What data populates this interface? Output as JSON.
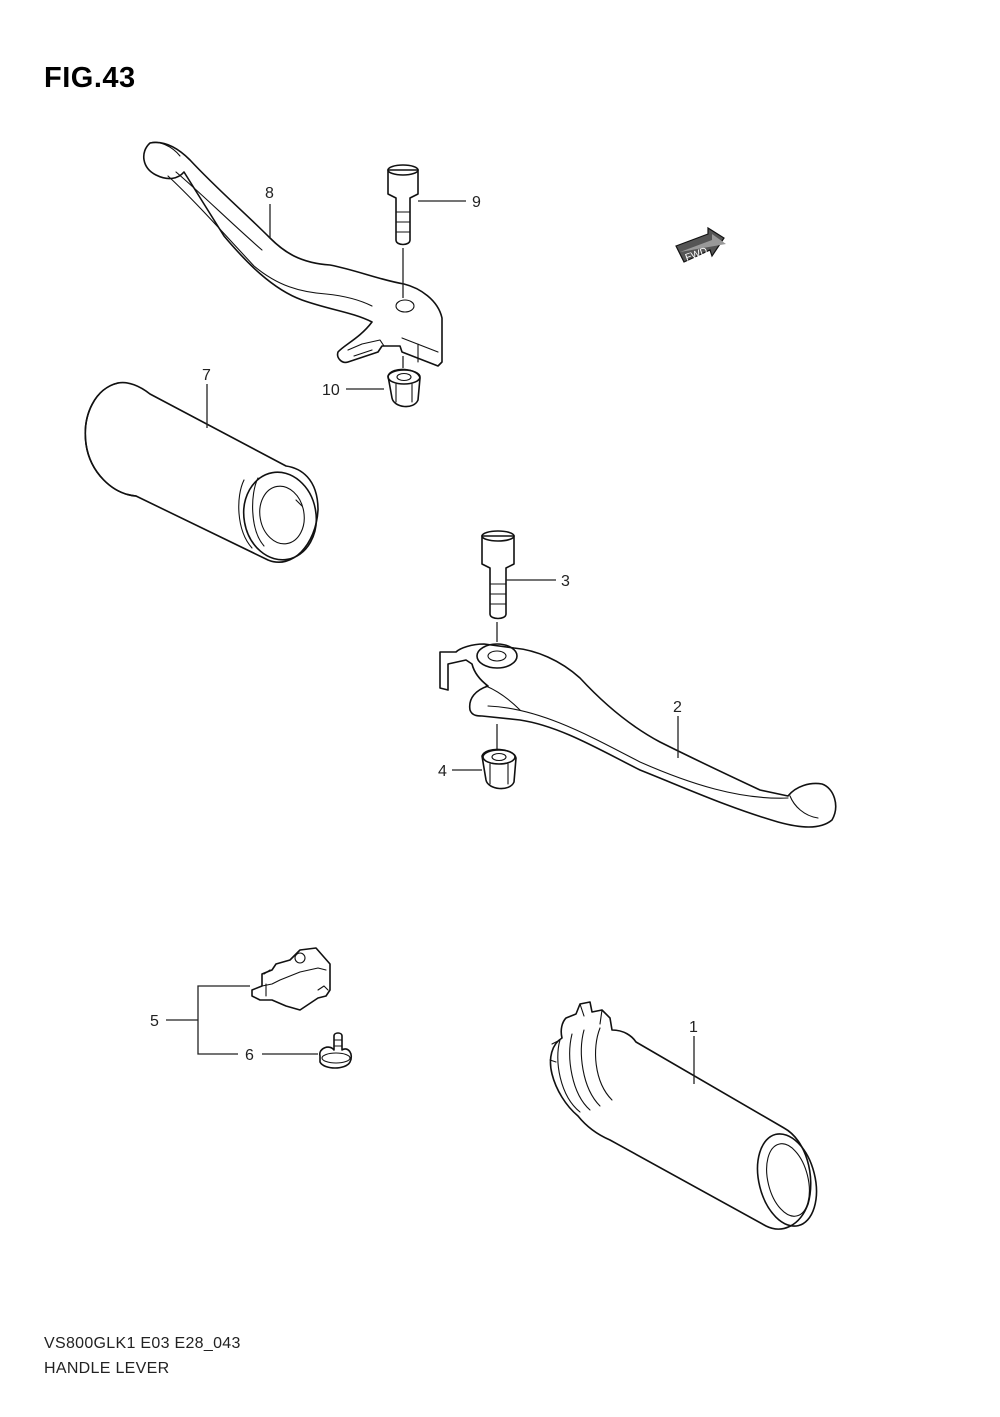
{
  "figure": {
    "title": "FIG.43",
    "model_code": "VS800GLK1 E03 E28_043",
    "section_name": "HANDLE LEVER"
  },
  "badge": {
    "label": "FWD"
  },
  "callouts": {
    "c1": "1",
    "c2": "2",
    "c3": "3",
    "c4": "4",
    "c5": "5",
    "c6": "6",
    "c7": "7",
    "c8": "8",
    "c9": "9",
    "c10": "10"
  }
}
